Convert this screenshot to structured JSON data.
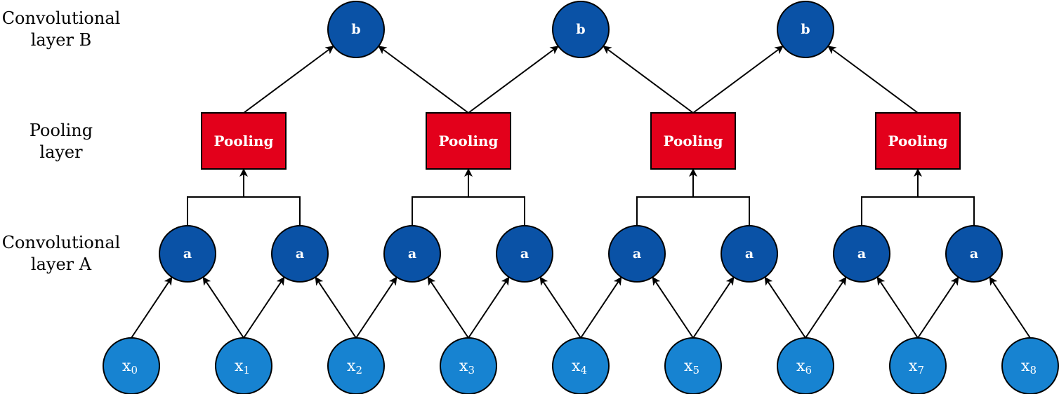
{
  "layers": {
    "conv_b": "Convolutional\nlayer B",
    "pooling": "Pooling\nlayer",
    "conv_a": "Convolutional\nlayer A"
  },
  "nodes": {
    "conv_b": [
      "b",
      "b",
      "b"
    ],
    "pooling": [
      "Pooling",
      "Pooling",
      "Pooling",
      "Pooling"
    ],
    "conv_a": [
      "a",
      "a",
      "a",
      "a",
      "a",
      "a",
      "a",
      "a"
    ],
    "inputs": [
      {
        "base": "x",
        "sub": "0"
      },
      {
        "base": "x",
        "sub": "1"
      },
      {
        "base": "x",
        "sub": "2"
      },
      {
        "base": "x",
        "sub": "3"
      },
      {
        "base": "x",
        "sub": "4"
      },
      {
        "base": "x",
        "sub": "5"
      },
      {
        "base": "x",
        "sub": "6"
      },
      {
        "base": "x",
        "sub": "7"
      },
      {
        "base": "x",
        "sub": "8"
      }
    ]
  },
  "connections": {
    "inputs_to_conv_a": [
      [
        0,
        0
      ],
      [
        1,
        0
      ],
      [
        1,
        1
      ],
      [
        2,
        1
      ],
      [
        2,
        2
      ],
      [
        3,
        2
      ],
      [
        3,
        3
      ],
      [
        4,
        3
      ],
      [
        4,
        4
      ],
      [
        5,
        4
      ],
      [
        5,
        5
      ],
      [
        6,
        5
      ],
      [
        6,
        6
      ],
      [
        7,
        6
      ],
      [
        7,
        7
      ],
      [
        8,
        7
      ]
    ],
    "conv_a_to_pooling": [
      [
        0,
        0
      ],
      [
        1,
        0
      ],
      [
        2,
        1
      ],
      [
        3,
        1
      ],
      [
        4,
        2
      ],
      [
        5,
        2
      ],
      [
        6,
        3
      ],
      [
        7,
        3
      ]
    ],
    "pooling_to_conv_b": [
      [
        0,
        0
      ],
      [
        1,
        0
      ],
      [
        1,
        1
      ],
      [
        2,
        1
      ],
      [
        2,
        2
      ],
      [
        3,
        2
      ]
    ]
  },
  "colors": {
    "conv_node": "#0a52a6",
    "input_node": "#1783d1",
    "pooling_box": "#e3001b",
    "stroke": "#000000",
    "text": "#ffffff"
  }
}
